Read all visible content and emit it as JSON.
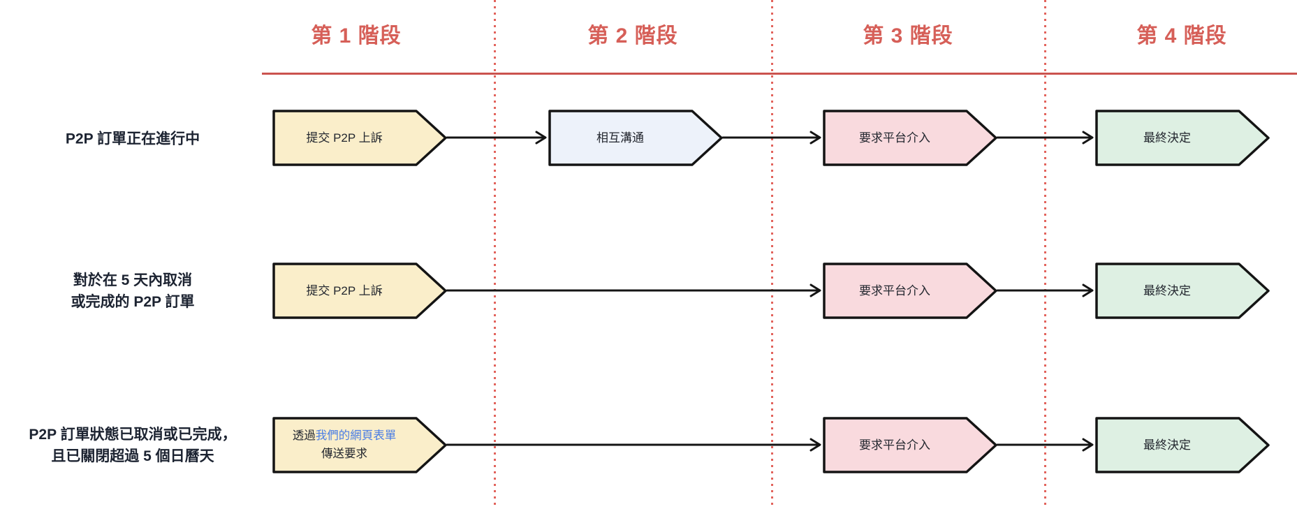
{
  "stage_headers": [
    {
      "label": "第 1 階段"
    },
    {
      "label": "第 2 階段"
    },
    {
      "label": "第 3 階段"
    },
    {
      "label": "第 4 階段"
    }
  ],
  "rows": [
    {
      "label_lines": [
        "P2P 訂單正在進行中"
      ],
      "steps": {
        "submit": "提交 P2P 上訴",
        "communicate": "相互溝通",
        "platform": "要求平台介入",
        "final": "最終決定"
      }
    },
    {
      "label_lines": [
        "對於在 5 天內取消",
        "或完成的 P2P 訂單"
      ],
      "steps": {
        "submit": "提交 P2P 上訴",
        "platform": "要求平台介入",
        "final": "最終決定"
      }
    },
    {
      "label_lines": [
        "P2P 訂單狀態已取消或已完成，",
        "且已關閉超過 5 個日曆天"
      ],
      "steps": {
        "request_prefix": "透過",
        "request_link": "我們的網頁表單",
        "request_line2": "傳送要求",
        "platform": "要求平台介入",
        "final": "最終決定"
      }
    }
  ],
  "colors": {
    "header_red": "#d65f58",
    "rule_red": "#cb534e",
    "divider_red": "#e2635c",
    "border_black": "#141414",
    "label_dark": "#1c2331",
    "shape_text": "#23272f",
    "link_blue": "#4a7de4",
    "fill_yellow": "#faeeca",
    "fill_blue": "#edf2fa",
    "fill_pink": "#f9dade",
    "fill_green": "#def0e3"
  }
}
